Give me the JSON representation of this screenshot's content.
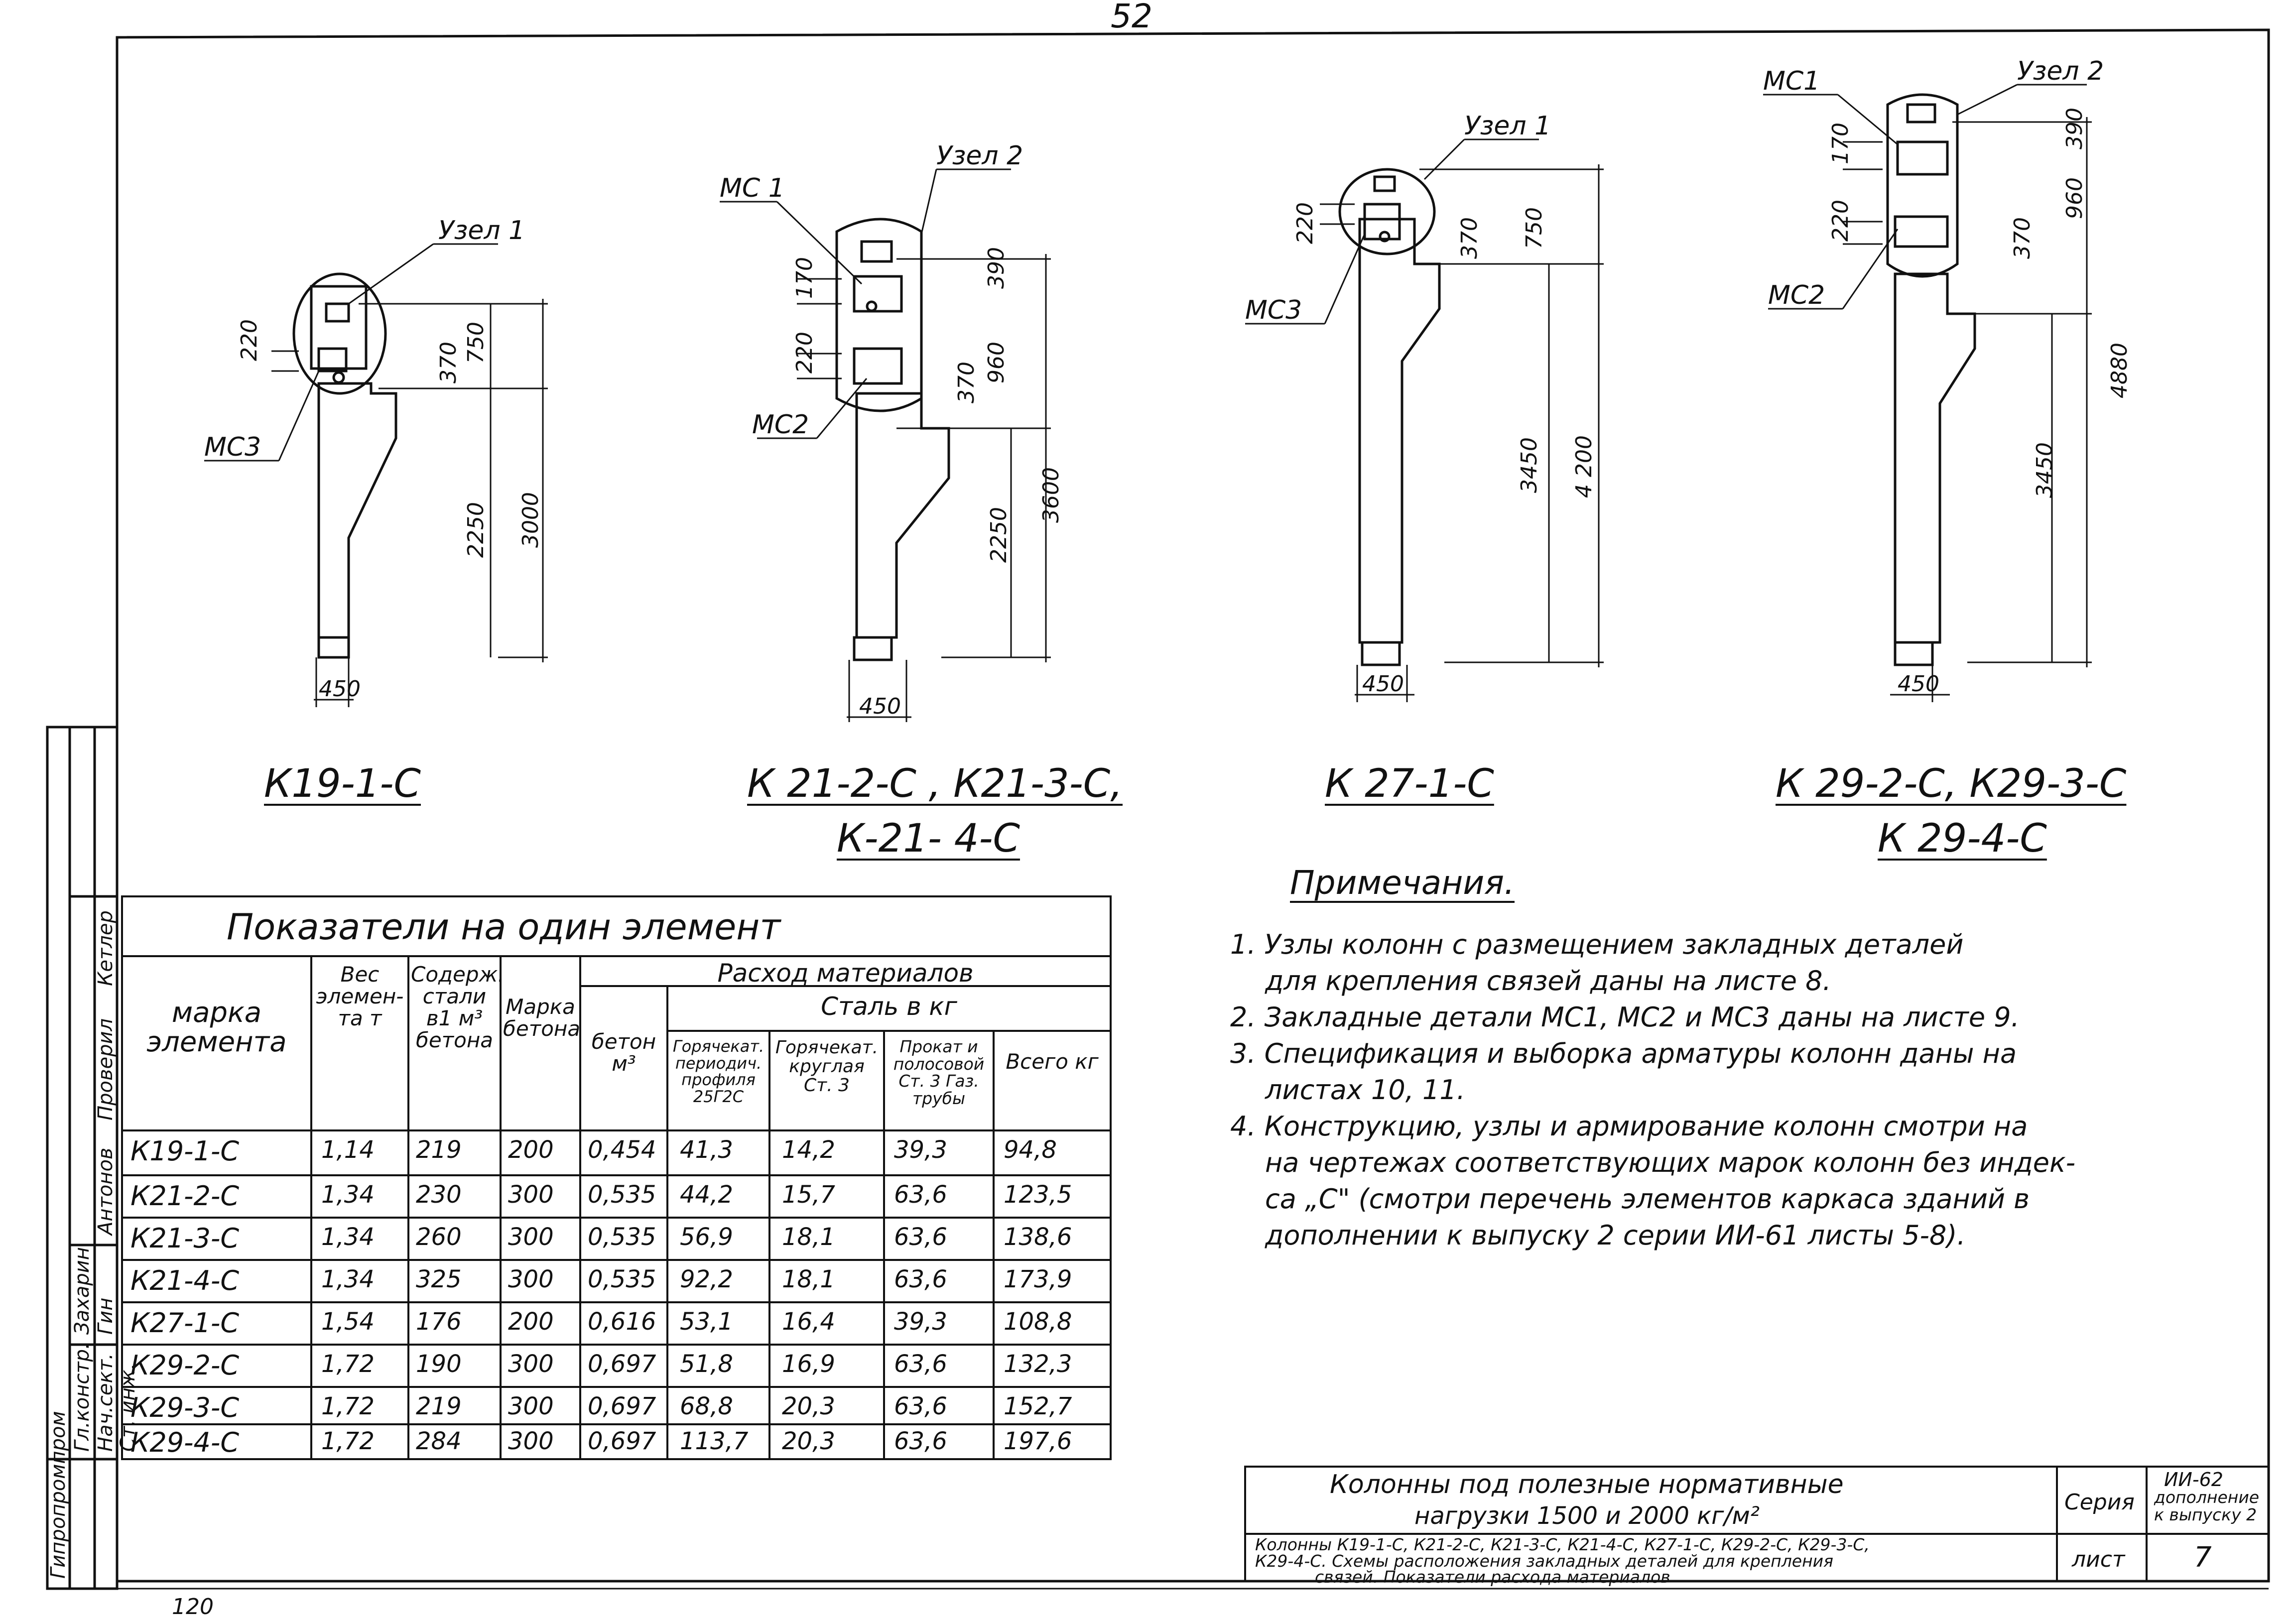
{
  "page_number": "52",
  "bottom_number": "120",
  "columns": [
    {
      "title": "К19-1-С",
      "dims": {
        "d220": "220",
        "d370": "370",
        "d750": "750",
        "d2250": "2250",
        "d3000": "3000",
        "d450": "450"
      },
      "labels": {
        "uzel": "Узел 1",
        "mc_a": "МС3"
      }
    },
    {
      "title_line1": "К 21-2-С , К21-3-С,",
      "title_line2": "К-21- 4-С",
      "dims": {
        "d170": "170",
        "d220": "220",
        "d390": "390",
        "d960": "960",
        "d370": "370",
        "d2250": "2250",
        "d3600": "3600",
        "d450": "450"
      },
      "labels": {
        "uzel": "Узел 2",
        "mc_a": "МС 1",
        "mc_b": "МС2"
      }
    },
    {
      "title": "К 27-1-С",
      "dims": {
        "d220": "220",
        "d370": "370",
        "d750": "750",
        "d3450": "3450",
        "d4200": "4 200",
        "d450": "450"
      },
      "labels": {
        "uzel": "Узел 1",
        "mc_a": "МС3"
      }
    },
    {
      "title_line1": "К 29-2-С, К29-3-С",
      "title_line2": "К 29-4-С",
      "dims": {
        "d170": "170",
        "d220": "220",
        "d390": "390",
        "d960": "960",
        "d370": "370",
        "d3450": "3450",
        "d4880": "4880",
        "d450": "450"
      },
      "labels": {
        "uzel": "Узел 2",
        "mc_a": "МС1",
        "mc_b": "МС2"
      }
    }
  ],
  "table": {
    "title": "Показатели на один элемент",
    "headers": {
      "marka_elementa": "марка элемента",
      "ves": "Вес элемен- та т",
      "soderzh": "Содерж. стали в1 м³ бетона",
      "marka_betona": "Марка бетона",
      "rashod": "Расход материалов",
      "beton": "бетон м³",
      "stal": "Сталь в кг",
      "goryach_period": "Горячекат. периодич. профиля 25Г2С",
      "goryach_krugl": "Горячекат. круглая Ст. 3",
      "prokat": "Прокат и полосовой Ст. 3 Газ. трубы",
      "vsego": "Всего кг"
    },
    "rows": [
      [
        "К19-1-С",
        "1,14",
        "219",
        "200",
        "0,454",
        "41,3",
        "14,2",
        "39,3",
        "94,8"
      ],
      [
        "К21-2-С",
        "1,34",
        "230",
        "300",
        "0,535",
        "44,2",
        "15,7",
        "63,6",
        "123,5"
      ],
      [
        "К21-3-С",
        "1,34",
        "260",
        "300",
        "0,535",
        "56,9",
        "18,1",
        "63,6",
        "138,6"
      ],
      [
        "К21-4-С",
        "1,34",
        "325",
        "300",
        "0,535",
        "92,2",
        "18,1",
        "63,6",
        "173,9"
      ],
      [
        "К27-1-С",
        "1,54",
        "176",
        "200",
        "0,616",
        "53,1",
        "16,4",
        "39,3",
        "108,8"
      ],
      [
        "К29-2-С",
        "1,72",
        "190",
        "300",
        "0,697",
        "51,8",
        "16,9",
        "63,6",
        "132,3"
      ],
      [
        "К29-3-С",
        "1,72",
        "219",
        "300",
        "0,697",
        "68,8",
        "20,3",
        "63,6",
        "152,7"
      ],
      [
        "К29-4-С",
        "1,72",
        "284",
        "300",
        "0,697",
        "113,7",
        "20,3",
        "63,6",
        "197,6"
      ]
    ]
  },
  "notes": {
    "title": "Примечания.",
    "lines": [
      "1.   Узлы колонн с размещением закладных деталей",
      "для крепления связей даны на листе 8.",
      "2.   Закладные детали МС1, МС2 и МС3 даны на листе 9.",
      "3.   Спецификация и выборка арматуры колонн даны на",
      "листах 10, 11.",
      "4.   Конструкцию, узлы и армирование колонн смотри на",
      "на чертежах соответствующих марок колонн без индек-",
      "са „С\" (смотри перечень элементов каркаса зданий в",
      "дополнении к выпуску 2 серии ИИ-61 листы 5-8)."
    ]
  },
  "title_block": {
    "title_line1": "Колонны под полезные нормативные",
    "title_line2": "нагрузки   1500 и 2000 кг/м²",
    "desc_line1": "Колонны К19-1-С, К21-2-С, К21-3-С, К21-4-С, К27-1-С, К29-2-С, К29-3-С,",
    "desc_line2": "К29-4-С. Схемы расположения закладных деталей для крепления",
    "desc_line3": "связей. Показатели расхода материалов",
    "seriya_label": "Серия",
    "seriya_value_1": "ИИ-62",
    "seriya_value_2": "дополнение",
    "seriya_value_3": "к выпуску 2",
    "list_label": "лист",
    "list_value": "7"
  },
  "side_stamp": {
    "org": "Гипропромпром",
    "roles": [
      "Гл.констр.",
      "Нач.сект.",
      "Ст. инж."
    ],
    "names": [
      "Захарин",
      "Гин",
      "Антонов"
    ],
    "checked_label": "Проверил",
    "checked_name": "Кетлер"
  }
}
